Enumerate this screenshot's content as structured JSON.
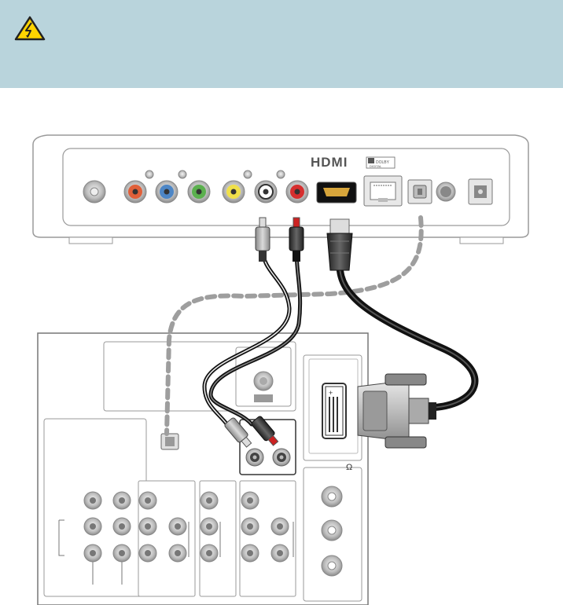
{
  "warning": {
    "icon": "warning-electric-icon",
    "icon_color": "#ffd400",
    "banner_color": "#b9d4dc"
  },
  "set_top_box": {
    "brand_logo": "HDMI",
    "dolby_logo": "DOLBY",
    "dolby_sub": "DIGITAL",
    "color_body": "#ffffff",
    "ports": [
      {
        "name": "coax-in",
        "color": "#cccccc"
      },
      {
        "name": "component-pr",
        "color": "#e0603a"
      },
      {
        "name": "component-pb",
        "color": "#4d86c6"
      },
      {
        "name": "component-y",
        "color": "#5bb04e"
      },
      {
        "name": "composite-video",
        "color": "#f0e04a"
      },
      {
        "name": "audio-left",
        "color": "#ffffff"
      },
      {
        "name": "audio-right",
        "color": "#d62f2f"
      },
      {
        "name": "hdmi-out",
        "color": "#222222"
      },
      {
        "name": "ethernet",
        "color": "#dddddd"
      },
      {
        "name": "optical-audio",
        "color": "#dddddd"
      },
      {
        "name": "usb",
        "color": "#888888"
      },
      {
        "name": "power",
        "color": "#dddddd"
      }
    ]
  },
  "tv_panel": {
    "omega_label": "Ω"
  },
  "cables": {
    "hdmi_dvi_color": "#1a1a1a",
    "optical_color": "#9e9e9e",
    "audio_white": "#e6e6e6",
    "audio_red_tip": "#cc2222"
  }
}
